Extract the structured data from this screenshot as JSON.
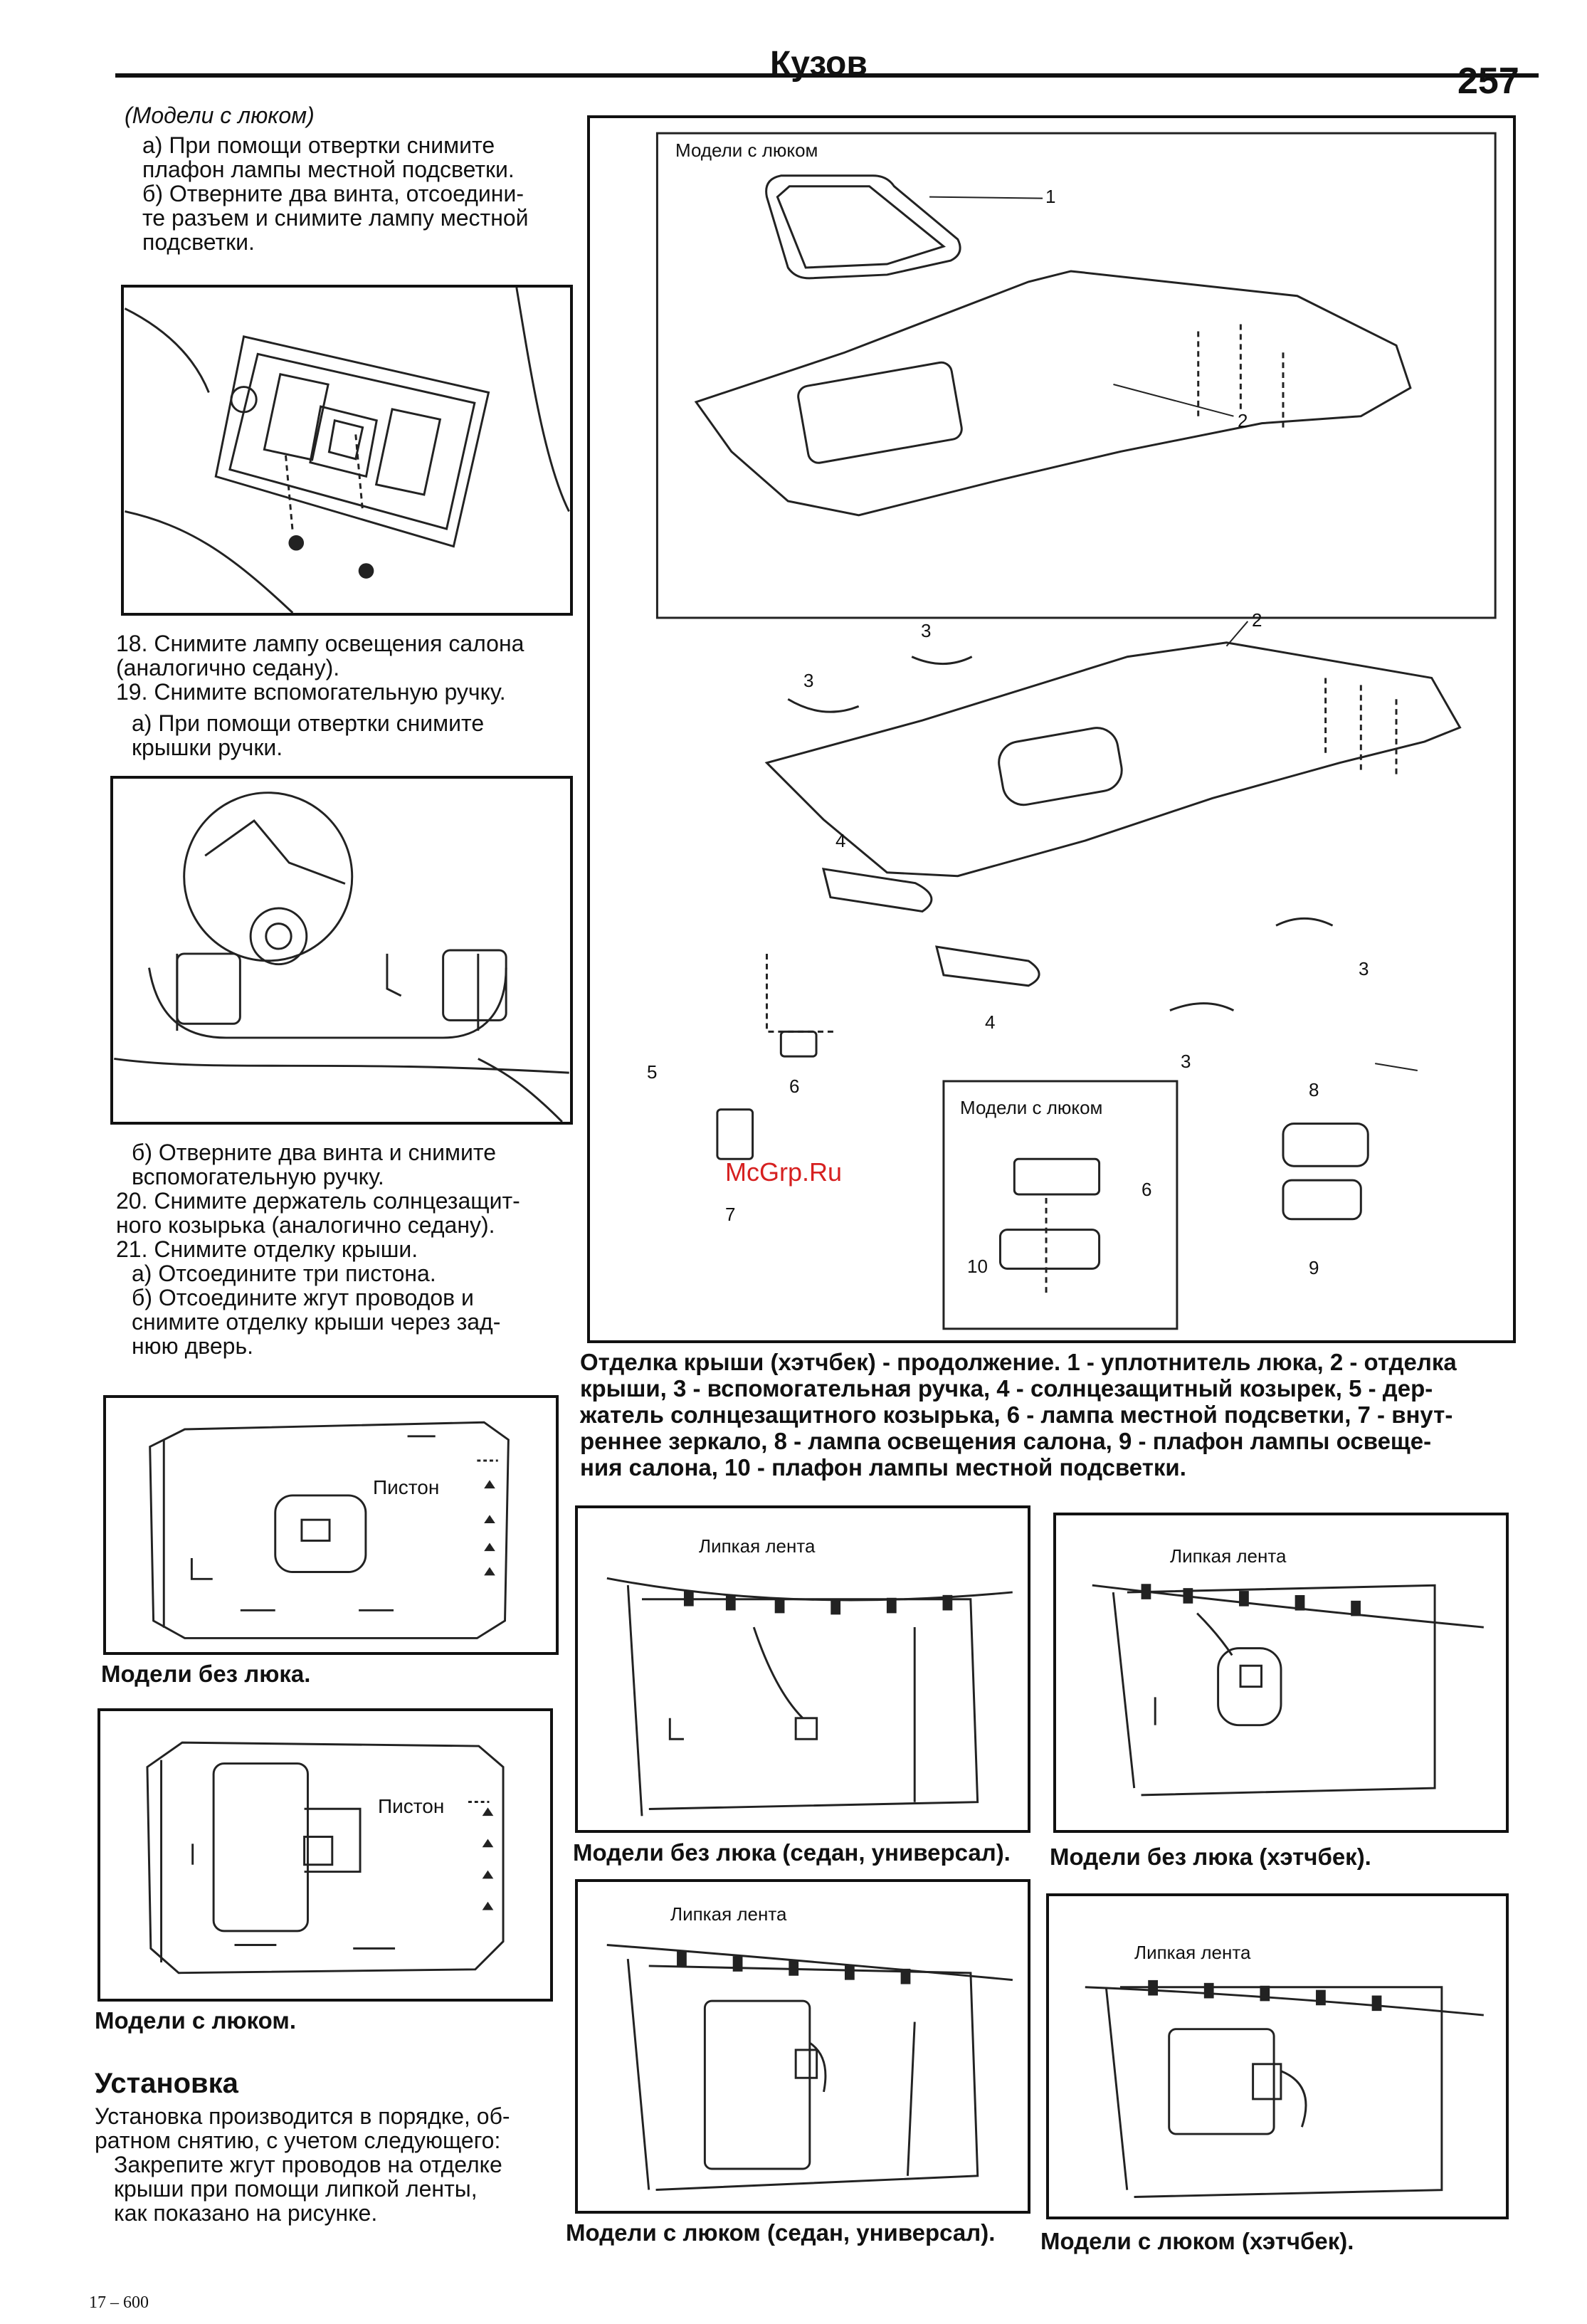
{
  "header": {
    "title": "Кузов",
    "page_number": "257"
  },
  "left_top": {
    "heading": "(Модели с люком)",
    "lines": [
      "а) При помощи отвертки снимите",
      "плафон лампы местной подсветки.",
      "б) Отверните два винта, отсоедини-",
      "те разъем и снимите лампу местной",
      "подсветки."
    ]
  },
  "left_mid": {
    "lines": [
      "18. Снимите лампу освещения салона",
      "(аналогично седану).",
      "19. Снимите вспомогательную ручку.",
      "а) При помощи отвертки снимите",
      "крышки ручки."
    ]
  },
  "left_lower": {
    "lines": [
      "б) Отверните два винта и снимите",
      "вспомогательную ручку.",
      "20. Снимите держатель солнцезащит-",
      "ного козырька (аналогично седану).",
      "21. Снимите отделку крыши.",
      "а) Отсоедините три пистона.",
      "б) Отсоедините жгут проводов и",
      "снимите отделку крыши через зад-",
      "нюю дверь."
    ]
  },
  "fig_no_sunroof": {
    "label": "Пистон",
    "caption": "Модели без люка."
  },
  "fig_sunroof": {
    "label": "Пистон",
    "caption": "Модели с люком."
  },
  "install": {
    "heading": "Установка",
    "lines": [
      "Установка производится в порядке, об-",
      "ратном снятию, с учетом следующего:",
      "Закрепите жгут проводов на отделке",
      "крыши при помощи липкой ленты,",
      "как показано на рисунке."
    ]
  },
  "footer": {
    "code": "17 – 600"
  },
  "right_fig": {
    "top_box_label": "Модели с люком",
    "inner_box_label": "Модели с люком",
    "watermark": "McGrp.Ru",
    "callouts": [
      "1",
      "2",
      "2",
      "3",
      "3",
      "3",
      "3",
      "4",
      "4",
      "5",
      "6",
      "6",
      "7",
      "8",
      "9",
      "10"
    ],
    "caption_lines": [
      "Отделка крыши (хэтчбек) - продолжение. 1 - уплотнитель люка, 2 - отделка",
      "крыши, 3 - вспомогательная ручка, 4 - солнцезащитный козырек, 5 - дер-",
      "жатель солнцезащитного козырька, 6 - лампа местной подсветки, 7 - внут-",
      "реннее зеркало, 8 - лампа освещения салона, 9 - плафон лампы освеще-",
      "ния салона, 10 - плафон лампы местной подсветки."
    ]
  },
  "tape_figs": [
    {
      "label": "Липкая лента",
      "caption": "Модели без люка (седан, универсал)."
    },
    {
      "label": "Липкая лента",
      "caption": "Модели без люка (хэтчбек)."
    },
    {
      "label": "Липкая лента",
      "caption": "Модели с люком (седан, универсал)."
    },
    {
      "label": "Липкая лента",
      "caption": "Модели с люком (хэтчбек)."
    }
  ]
}
